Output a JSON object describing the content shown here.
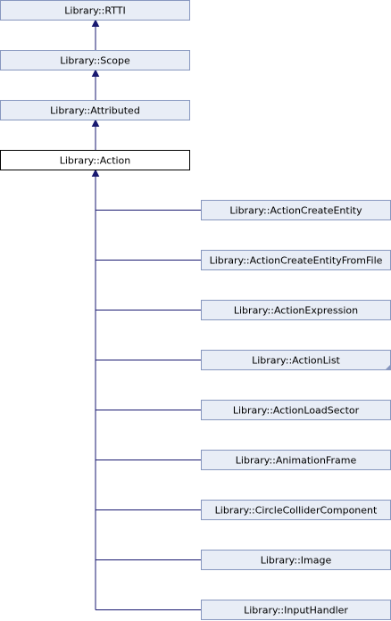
{
  "diagram": {
    "ancestors": [
      {
        "label": "Library::RTTI"
      },
      {
        "label": "Library::Scope"
      },
      {
        "label": "Library::Attributed"
      }
    ],
    "current": {
      "label": "Library::Action"
    },
    "children": [
      {
        "label": "Library::ActionCreateEntity",
        "has_more": false
      },
      {
        "label": "Library::ActionCreateEntityFromFile",
        "has_more": false
      },
      {
        "label": "Library::ActionExpression",
        "has_more": false
      },
      {
        "label": "Library::ActionList",
        "has_more": true
      },
      {
        "label": "Library::ActionLoadSector",
        "has_more": false
      },
      {
        "label": "Library::AnimationFrame",
        "has_more": false
      },
      {
        "label": "Library::CircleColliderComponent",
        "has_more": false
      },
      {
        "label": "Library::Image",
        "has_more": false
      },
      {
        "label": "Library::InputHandler",
        "has_more": false
      }
    ]
  }
}
